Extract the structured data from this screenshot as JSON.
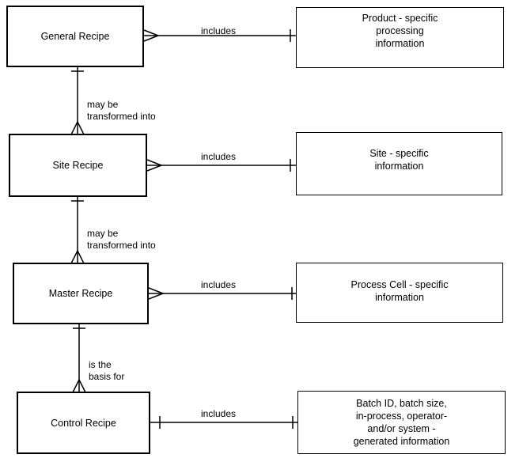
{
  "entities": {
    "general_recipe": "General Recipe",
    "site_recipe": "Site Recipe",
    "master_recipe": "Master Recipe",
    "control_recipe": "Control Recipe",
    "product_info": "Product - specific\nprocessing\ninformation",
    "site_info": "Site - specific\ninformation",
    "process_cell_info": "Process Cell - specific\ninformation",
    "batch_info": "Batch ID, batch size,\nin-process, operator-\nand/or system -\ngenerated information"
  },
  "relationships": {
    "includes_1": "includes",
    "includes_2": "includes",
    "includes_3": "includes",
    "includes_4": "includes",
    "transform_1": "may be\ntransformed into",
    "transform_2": "may be\ntransformed into",
    "basis": "is the\nbasis for"
  }
}
